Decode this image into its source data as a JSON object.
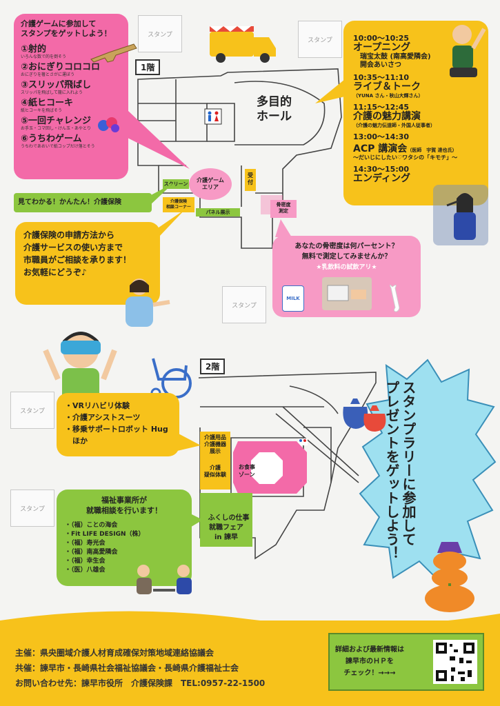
{
  "stamp_label": "スタンプ",
  "game_bubble": {
    "title": "介護ゲームに参加して\nスタンプをゲットしよう！",
    "items": [
      {
        "name": "①射的",
        "desc": "いろんな数で的を倒そう"
      },
      {
        "name": "②おにぎりコロコロ",
        "desc": "おにぎりを箸とさがに運ぼう"
      },
      {
        "name": "③スリッパ飛ばし",
        "desc": "スリッパを飛ばして籠に入れよう"
      },
      {
        "name": "④紙ヒコーキ",
        "desc": "紙ヒコーキを飛ばそう"
      },
      {
        "name": "⑤一回チャレンジ",
        "desc": "お手玉・コマ回し・けん玉・あやとり"
      },
      {
        "name": "⑥うちわゲーム",
        "desc": "うちわであおいで紙コップだけ落とそう"
      }
    ]
  },
  "floor1": {
    "label": "1階",
    "hall": "多目的\nホール",
    "game_area": "介護ゲーム\nエリア",
    "screen": "スクリーン",
    "consult": "介護保険\n相談コーナー",
    "panel": "パネル展示",
    "reception": "受\n付",
    "bone": "骨密度\n測定"
  },
  "schedule": [
    {
      "time": "10:00～10:25",
      "title": "オープニング",
      "sub": "瑞宝太鼓 (南高愛隣会)\n開会あいさつ"
    },
    {
      "time": "10:35～11:10",
      "title": "ライブ＆トーク",
      "sub": "（YUNA さん・秋山大輝さん）"
    },
    {
      "time": "11:15～12:45",
      "title": "介護の魅力講演",
      "sub": "（介護の魅力伝道師・外国人従事者）"
    },
    {
      "time": "13:00～14:30",
      "title": "ACP 講演会",
      "title_note": "（医師　宇賀 達也氏）",
      "sub": "～だいじにしたい♡ワタシの「キモチ」～"
    },
    {
      "time": "14:30～15:00",
      "title": "エンディング",
      "sub": ""
    }
  ],
  "kaigo_strip": "見てわかる！かんたん！介護保険",
  "consult_bubble": "介護保険の申請方法から\n介護サービスの使い方まで\n市職員がご相談を承ります！\nお気軽にどうぞ♪",
  "bone_bubble": {
    "text": "あなたの骨密度は何パーセント？\n無料で測定してみませんか？",
    "note": "★乳飲料の試飲アリ★",
    "milk": "MILK"
  },
  "floor2": {
    "label": "2階",
    "goods": "介護用品\n介護機器\n展示",
    "sim": "介護\n疑似体験",
    "food": "お食事\nゾーン",
    "jobfair": "ふくしの仕事\n就職フェア\nin 諫早"
  },
  "vr_bubble": [
    "・VRリハビリ体験",
    "・介護アシストスーツ",
    "・移乗サポートロボット Hug",
    "　ほか"
  ],
  "job_bubble": {
    "title": "福祉事業所が\n就職相談を行います！",
    "items": [
      "・（福）ことの海会",
      "・Fit LIFE DESIGN（株）",
      "・（福）寿光会",
      "・（福）南高愛隣会",
      "・（福）幸生会",
      "・（医）八雄会"
    ]
  },
  "stamp_rally": "スタンプラリーに参加して\nプレゼントをゲットしよう！",
  "footer": {
    "organizer": "主催：県央圏域介護人材育成確保対策地域連絡協議会",
    "cosponsor": "共催：諫早市・長崎県社会福祉協議会・長崎県介護福祉士会",
    "contact": "お問い合わせ先：諫早市役所　介護保険課　TEL:0957-22-1500",
    "info": "詳細および最新情報は\n諫早市のＨＰを\nチェック！→→→"
  },
  "colors": {
    "pink": "#f36aa8",
    "yellow": "#f7c21b",
    "green": "#8cc63f",
    "cyan": "#9ee0f0"
  }
}
